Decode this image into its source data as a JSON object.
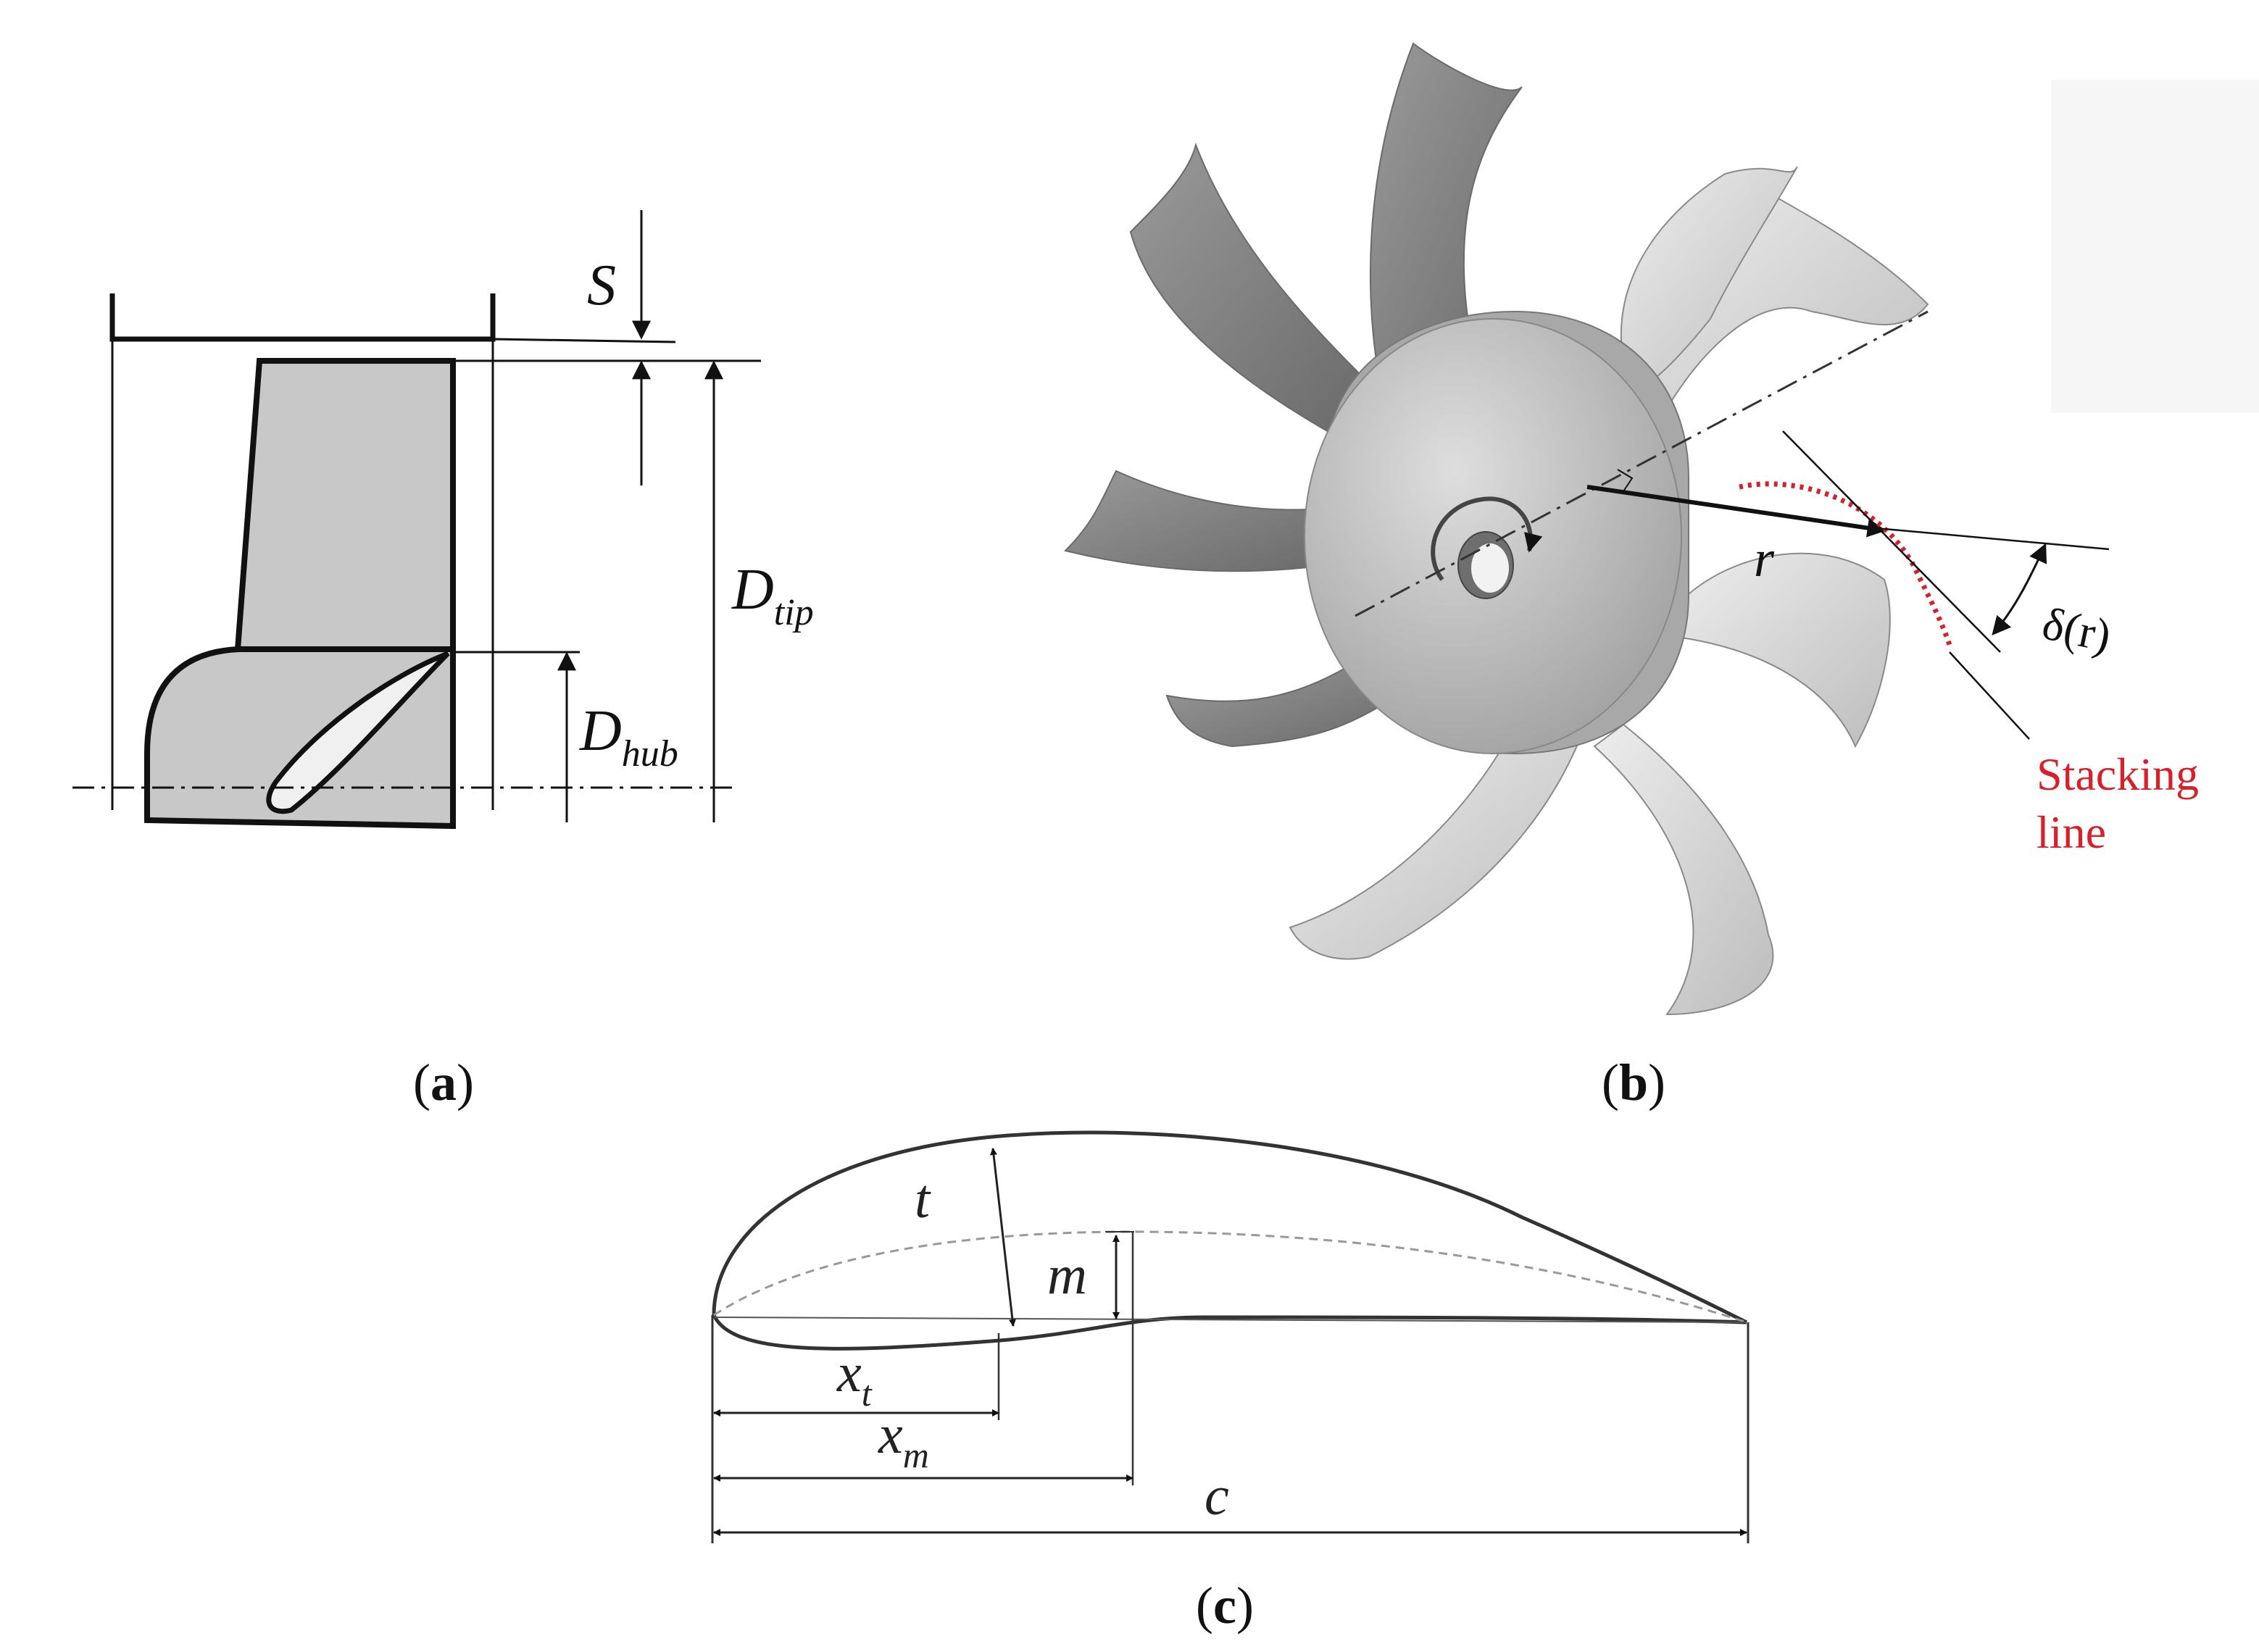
{
  "panel_a": {
    "caption_open": "(",
    "caption_letter": "a",
    "caption_close": ")",
    "label_s": "S",
    "label_d_tip_main": "D",
    "label_d_tip_sub": "tip",
    "label_d_hub_main": "D",
    "label_d_hub_sub": "hub"
  },
  "panel_b": {
    "caption_open": "(",
    "caption_letter": "b",
    "caption_close": ")",
    "label_r": "r",
    "label_delta": "δ(r)",
    "stacking_line_1": "Stacking",
    "stacking_line_2": "line",
    "colors": {
      "stacking": "#d8202a",
      "blade": "#8a8a8a",
      "hub": "#b4b4b4"
    }
  },
  "panel_c": {
    "caption_open": "(",
    "caption_letter": "c",
    "caption_close": ")",
    "label_t": "t",
    "label_m": "m",
    "label_xt_main": "x",
    "label_xt_sub": "t",
    "label_xm_main": "x",
    "label_xm_sub": "m",
    "label_c": "c"
  }
}
